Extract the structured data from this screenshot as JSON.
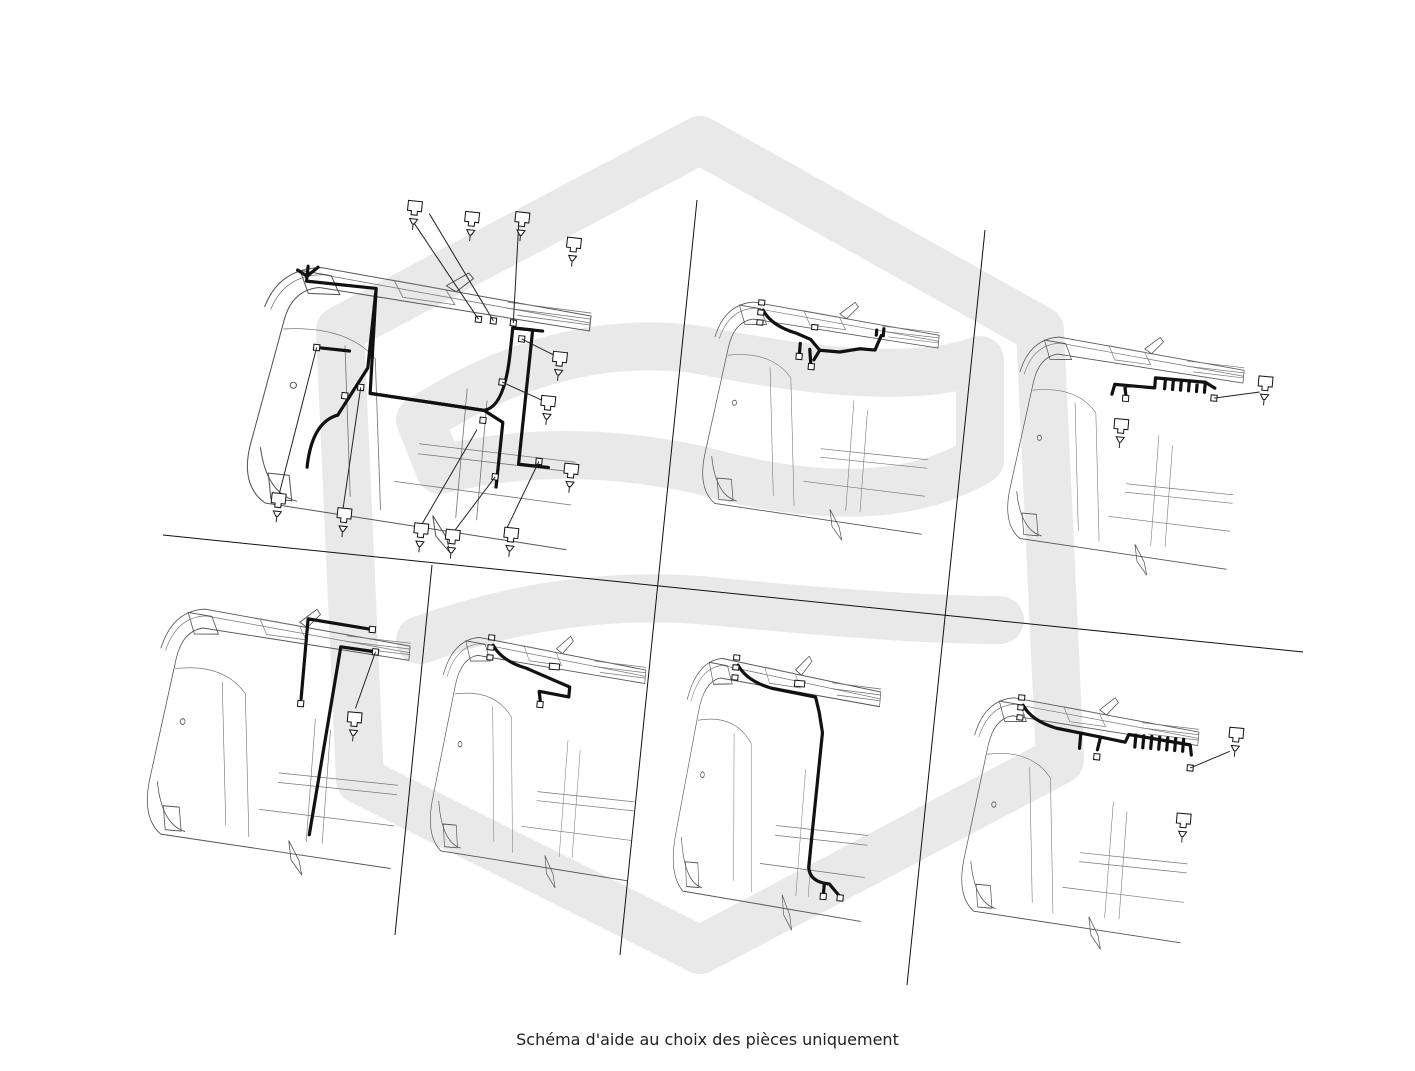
{
  "caption": "Schéma d'aide au choix des pièces uniquement",
  "colors": {
    "harness": "#111111",
    "outline": "#555555",
    "watermark": "#e9e9e9",
    "background": "#ffffff"
  },
  "icons": [
    "watermark-logo-icon",
    "connector-plug-icon"
  ],
  "panels": [
    {
      "id": "panel-1"
    },
    {
      "id": "panel-2"
    },
    {
      "id": "panel-3"
    },
    {
      "id": "panel-4"
    },
    {
      "id": "panel-5"
    },
    {
      "id": "panel-6"
    },
    {
      "id": "panel-7"
    }
  ]
}
